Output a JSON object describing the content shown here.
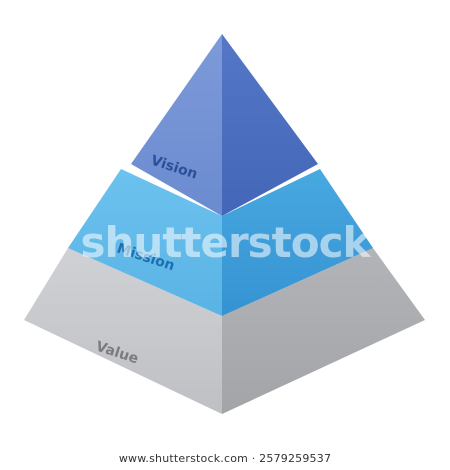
{
  "diagram": {
    "type": "three-tier-pyramid",
    "tiers": [
      {
        "id": "top",
        "label": "Vision",
        "label_color": "#2b4f9a",
        "left_color": "#6f8fd3",
        "right_color": "#4a6cbf"
      },
      {
        "id": "middle",
        "label": "Mission",
        "label_color": "#1c6fb3",
        "left_color": "#5bb7e8",
        "right_color": "#3a9bd8"
      },
      {
        "id": "bottom",
        "label": "Value",
        "label_color": "#7a7c80",
        "left_color": "#c4c6ca",
        "right_color": "#a7a9ad"
      }
    ]
  },
  "watermark": {
    "site": "www.shutterstock.com",
    "id": "2579259537",
    "brand": "shutterstock"
  }
}
